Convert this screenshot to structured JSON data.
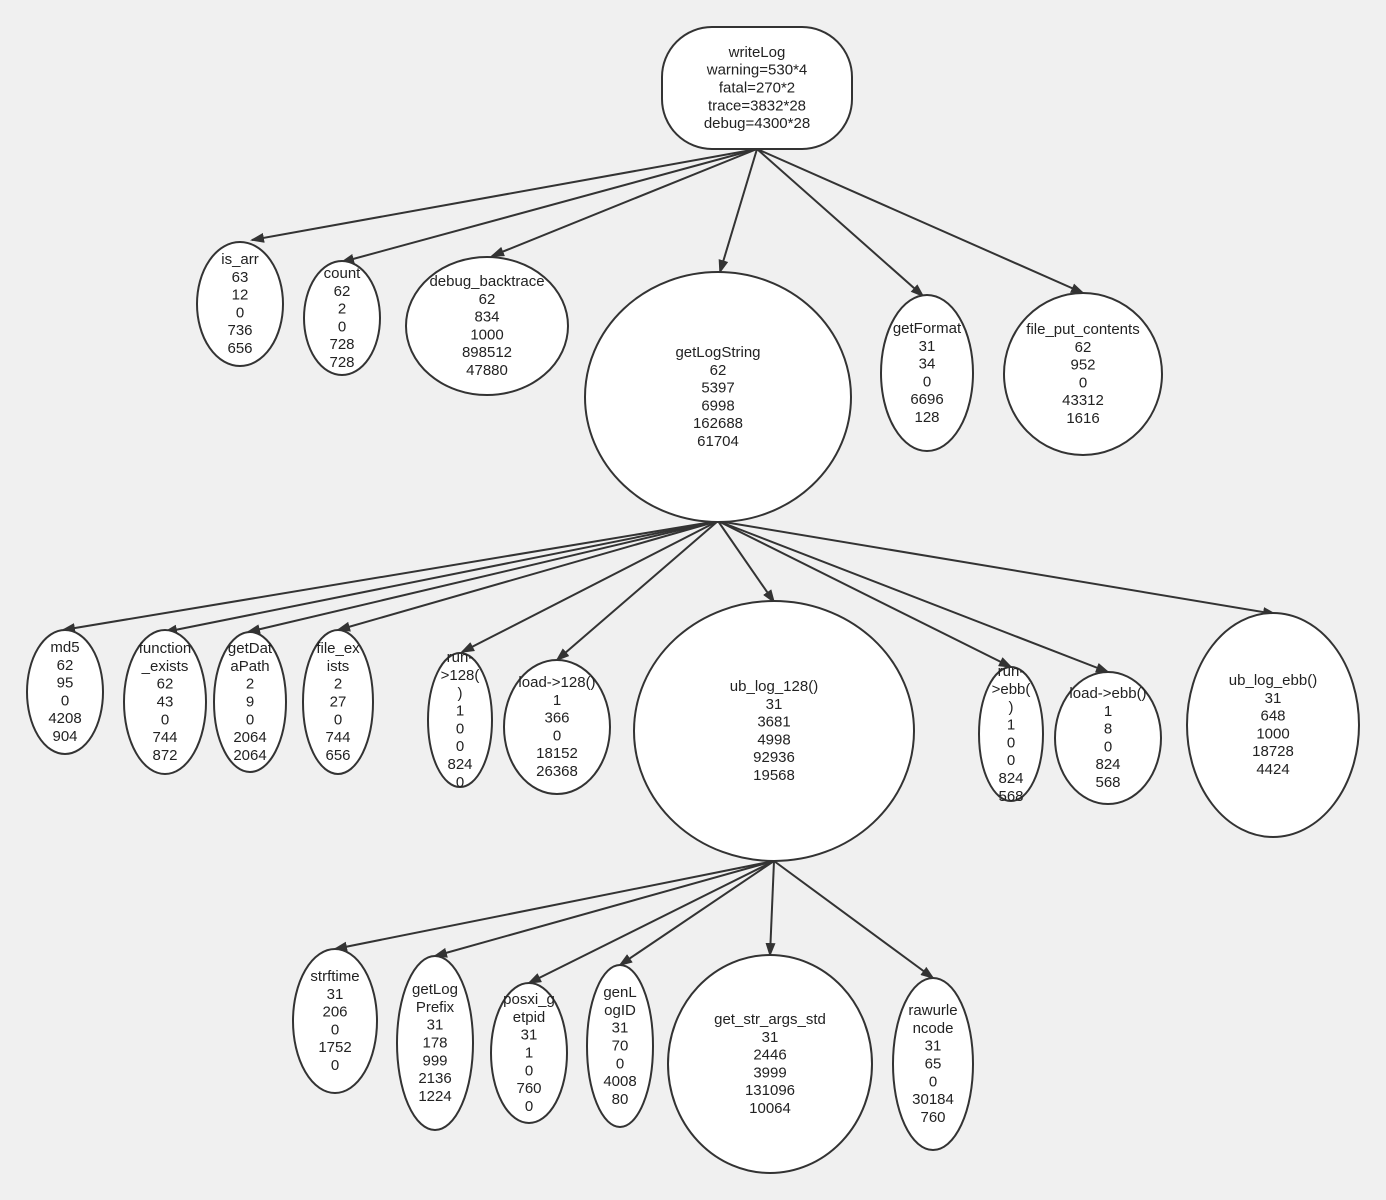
{
  "colors": {
    "background": "#f0f0f0",
    "node_fill": "#ffffff",
    "node_stroke": "#333333",
    "edge": "#333333",
    "text": "#222222"
  },
  "nodes": [
    {
      "id": "writeLog",
      "lines": [
        "writeLog",
        "warning=530*4",
        "fatal=270*2",
        "trace=3832*28",
        "debug=4300*28"
      ]
    },
    {
      "id": "is_arr",
      "lines": [
        "is_arr",
        "63",
        "12",
        "0",
        "736",
        "656"
      ]
    },
    {
      "id": "count",
      "lines": [
        "count",
        "62",
        "2",
        "0",
        "728",
        "728"
      ]
    },
    {
      "id": "debug_backtrace",
      "lines": [
        "debug_backtrace",
        "62",
        "834",
        "1000",
        "898512",
        "47880"
      ]
    },
    {
      "id": "getLogString",
      "lines": [
        "getLogString",
        "62",
        "5397",
        "6998",
        "162688",
        "61704"
      ]
    },
    {
      "id": "getFormat",
      "lines": [
        "getFormat",
        "31",
        "34",
        "0",
        "6696",
        "128"
      ]
    },
    {
      "id": "file_put_contents",
      "lines": [
        "file_put_contents",
        "62",
        "952",
        "0",
        "43312",
        "1616"
      ]
    },
    {
      "id": "md5",
      "lines": [
        "md5",
        "62",
        "95",
        "0",
        "4208",
        "904"
      ]
    },
    {
      "id": "function_exists",
      "lines": [
        "function",
        "_exists",
        "62",
        "43",
        "0",
        "744",
        "872"
      ]
    },
    {
      "id": "getDataPath",
      "lines": [
        "getDat",
        "aPath",
        "2",
        "9",
        "0",
        "2064",
        "2064"
      ]
    },
    {
      "id": "file_exists",
      "lines": [
        "file_ex",
        "ists",
        "2",
        "27",
        "0",
        "744",
        "656"
      ]
    },
    {
      "id": "run128",
      "lines": [
        "run-",
        ">128(",
        ")",
        "1",
        "0",
        "0",
        "824",
        "0"
      ]
    },
    {
      "id": "load128",
      "lines": [
        "load->128()",
        "1",
        "366",
        "0",
        "18152",
        "26368"
      ]
    },
    {
      "id": "ub_log_128",
      "lines": [
        "ub_log_128()",
        "31",
        "3681",
        "4998",
        "92936",
        "19568"
      ]
    },
    {
      "id": "runebb",
      "lines": [
        "run-",
        ">ebb(",
        ")",
        "1",
        "0",
        "0",
        "824",
        "568"
      ]
    },
    {
      "id": "loadebb",
      "lines": [
        "load->ebb()",
        "1",
        "8",
        "0",
        "824",
        "568"
      ]
    },
    {
      "id": "ub_log_ebb",
      "lines": [
        "ub_log_ebb()",
        "31",
        "648",
        "1000",
        "18728",
        "4424"
      ]
    },
    {
      "id": "strftime",
      "lines": [
        "strftime",
        "31",
        "206",
        "0",
        "1752",
        "0"
      ]
    },
    {
      "id": "getLogPrefix",
      "lines": [
        "getLog",
        "Prefix",
        "31",
        "178",
        "999",
        "2136",
        "1224"
      ]
    },
    {
      "id": "posxi_getpid",
      "lines": [
        "posxi_g",
        "etpid",
        "31",
        "1",
        "0",
        "760",
        "0"
      ]
    },
    {
      "id": "genLogID",
      "lines": [
        "genL",
        "ogID",
        "31",
        "70",
        "0",
        "4008",
        "80"
      ]
    },
    {
      "id": "get_str_args_std",
      "lines": [
        "get_str_args_std",
        "31",
        "2446",
        "3999",
        "131096",
        "10064"
      ]
    },
    {
      "id": "rawurlencode",
      "lines": [
        "rawurle",
        "ncode",
        "31",
        "65",
        "0",
        "30184",
        "760"
      ]
    }
  ],
  "edges": [
    [
      "writeLog",
      "is_arr"
    ],
    [
      "writeLog",
      "count"
    ],
    [
      "writeLog",
      "debug_backtrace"
    ],
    [
      "writeLog",
      "getLogString"
    ],
    [
      "writeLog",
      "getFormat"
    ],
    [
      "writeLog",
      "file_put_contents"
    ],
    [
      "getLogString",
      "md5"
    ],
    [
      "getLogString",
      "function_exists"
    ],
    [
      "getLogString",
      "getDataPath"
    ],
    [
      "getLogString",
      "file_exists"
    ],
    [
      "getLogString",
      "run128"
    ],
    [
      "getLogString",
      "load128"
    ],
    [
      "getLogString",
      "ub_log_128"
    ],
    [
      "getLogString",
      "runebb"
    ],
    [
      "getLogString",
      "loadebb"
    ],
    [
      "getLogString",
      "ub_log_ebb"
    ],
    [
      "ub_log_128",
      "strftime"
    ],
    [
      "ub_log_128",
      "getLogPrefix"
    ],
    [
      "ub_log_128",
      "posxi_getpid"
    ],
    [
      "ub_log_128",
      "genLogID"
    ],
    [
      "ub_log_128",
      "get_str_args_std"
    ],
    [
      "ub_log_128",
      "rawurlencode"
    ]
  ]
}
